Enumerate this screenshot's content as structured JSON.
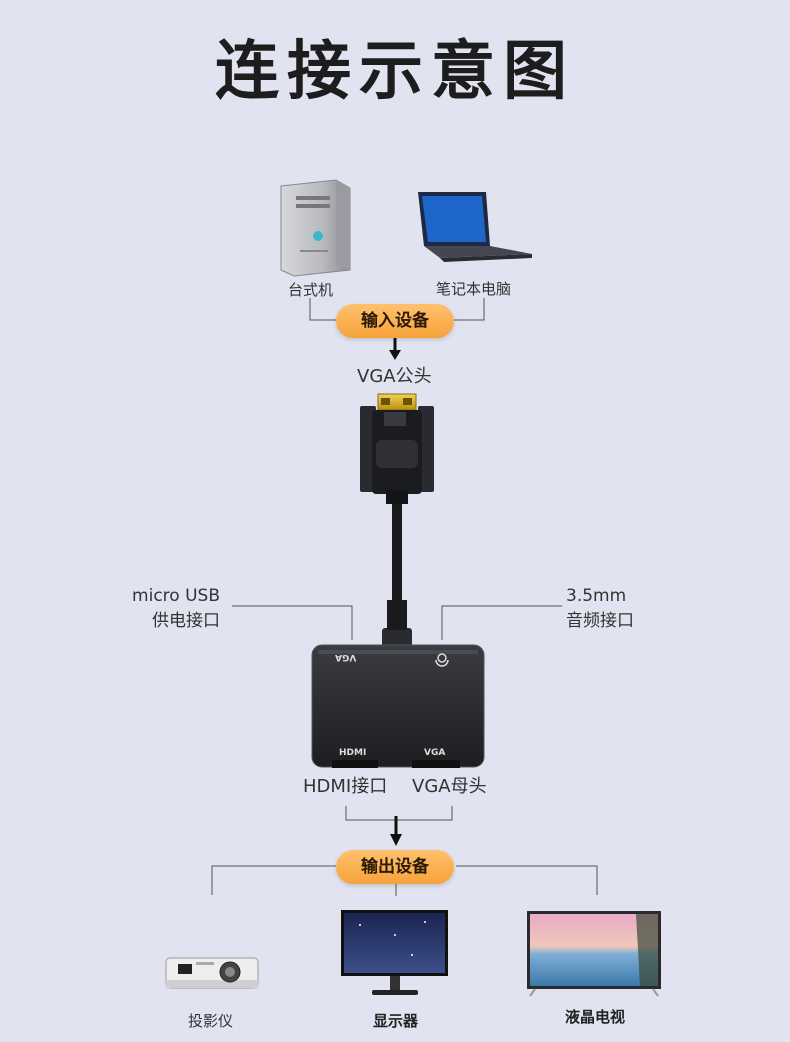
{
  "title": "连接示意图",
  "inputs": {
    "desktop_label": "台式机",
    "laptop_label": "笔记本电脑",
    "pill": "输入设备"
  },
  "vga_male_label": "VGA公头",
  "adapter": {
    "top_left_print": "VGA",
    "bottom_left_print": "HDMI",
    "bottom_right_print": "VGA"
  },
  "callouts": {
    "usb_line1": "micro USB",
    "usb_line2": "供电接口",
    "audio_line1": "3.5mm",
    "audio_line2": "音频接口"
  },
  "ports": {
    "hdmi_label": "HDMI接口",
    "vga_female_label": "VGA母头"
  },
  "outputs": {
    "pill": "输出设备",
    "projector_label": "投影仪",
    "monitor_label": "显示器",
    "tv_label": "液晶电视"
  }
}
